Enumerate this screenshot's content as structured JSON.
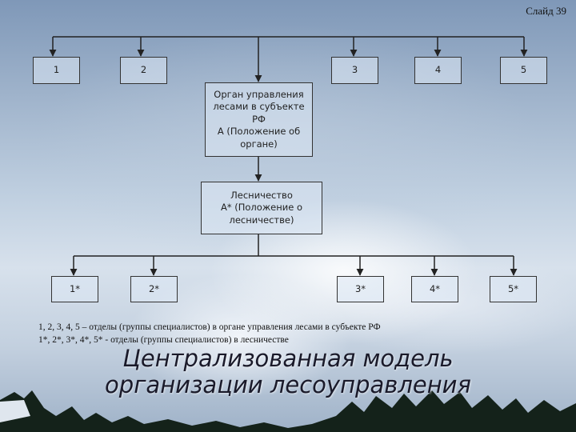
{
  "slide_number": "Слайд 39",
  "top_departments": [
    "1",
    "2",
    "3",
    "4",
    "5"
  ],
  "main_body": "Орган управления\nлесами в субъекте\nРФ\nА (Положение об\nоргане)",
  "forestry": "Лесничество\nА* (Положение о\nлесничестве)",
  "bottom_departments": [
    "1*",
    "2*",
    "3*",
    "4*",
    "5*"
  ],
  "legend": {
    "line1": "1, 2, 3, 4, 5 – отделы (группы  специалистов) в органе управления лесами в субъекте РФ",
    "line2": "1*, 2*, 3*, 4*, 5* - отделы (группы специалистов) в лесничестве"
  },
  "title": {
    "line1": "Централизованная модель",
    "line2": "организации лесоуправления"
  }
}
